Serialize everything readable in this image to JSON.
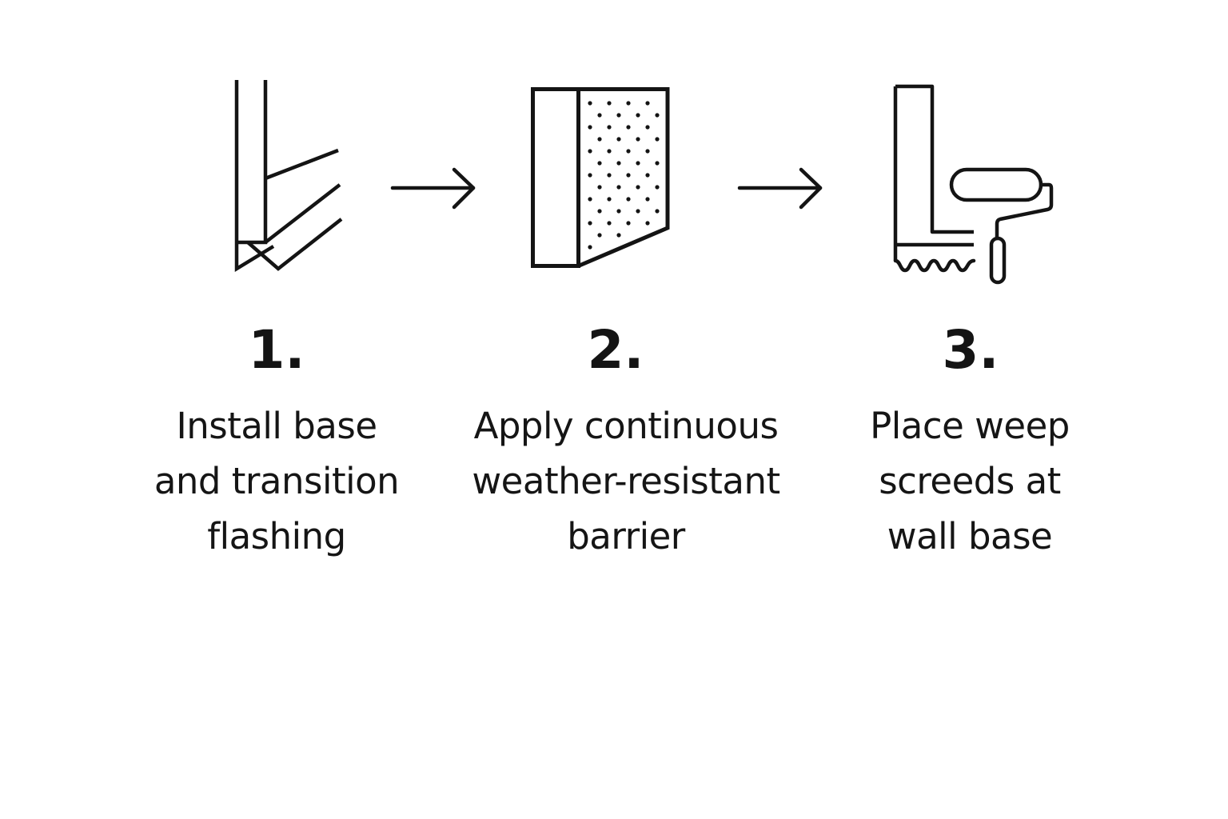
{
  "diagram": {
    "type": "process-flow",
    "steps": [
      {
        "number": "1.",
        "icon": "flashing-icon",
        "lines": [
          "Install base",
          "and transition",
          "flashing"
        ]
      },
      {
        "number": "2.",
        "icon": "weather-barrier-icon",
        "lines": [
          "Apply continuous",
          "weather-resistant",
          "barrier"
        ]
      },
      {
        "number": "3.",
        "icon": "weep-screed-paint-roller-icon",
        "lines": [
          "Place weep",
          "screeds at",
          "wall base"
        ]
      }
    ],
    "connectors": [
      "arrow-right-icon",
      "arrow-right-icon"
    ],
    "colors": {
      "ink": "#141414",
      "background": "#ffffff"
    }
  }
}
